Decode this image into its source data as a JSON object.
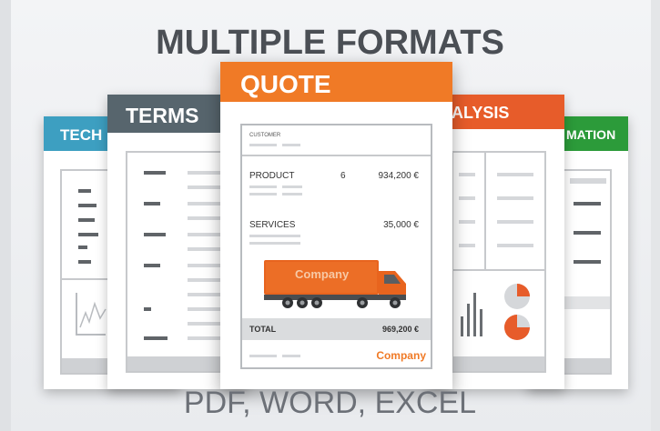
{
  "title": "MULTIPLE FORMATS",
  "subtitle": "PDF, WORD, EXCEL",
  "cards": {
    "tech": {
      "label": "TECH",
      "color": "#3d9fc1"
    },
    "terms": {
      "label": "TERMS",
      "color": "#57656d"
    },
    "quote": {
      "label": "QUOTE",
      "color": "#f07a26"
    },
    "analysis": {
      "label": "ALYSIS",
      "color": "#e75c2a"
    },
    "information": {
      "label": "MATION",
      "color": "#2c9b3a"
    }
  },
  "quote": {
    "customer_label": "CUSTOMER",
    "product_label": "PRODUCT",
    "product_qty": "6",
    "product_price": "934,200 €",
    "services_label": "SERVICES",
    "services_price": "35,000 €",
    "truck_brand": "Company",
    "total_label": "TOTAL",
    "total_value": "969,200 €",
    "footer_brand": "Company"
  },
  "icons": [
    "truck-icon",
    "bar-chart-icon",
    "pie-chart-icon",
    "line-chart-icon"
  ]
}
